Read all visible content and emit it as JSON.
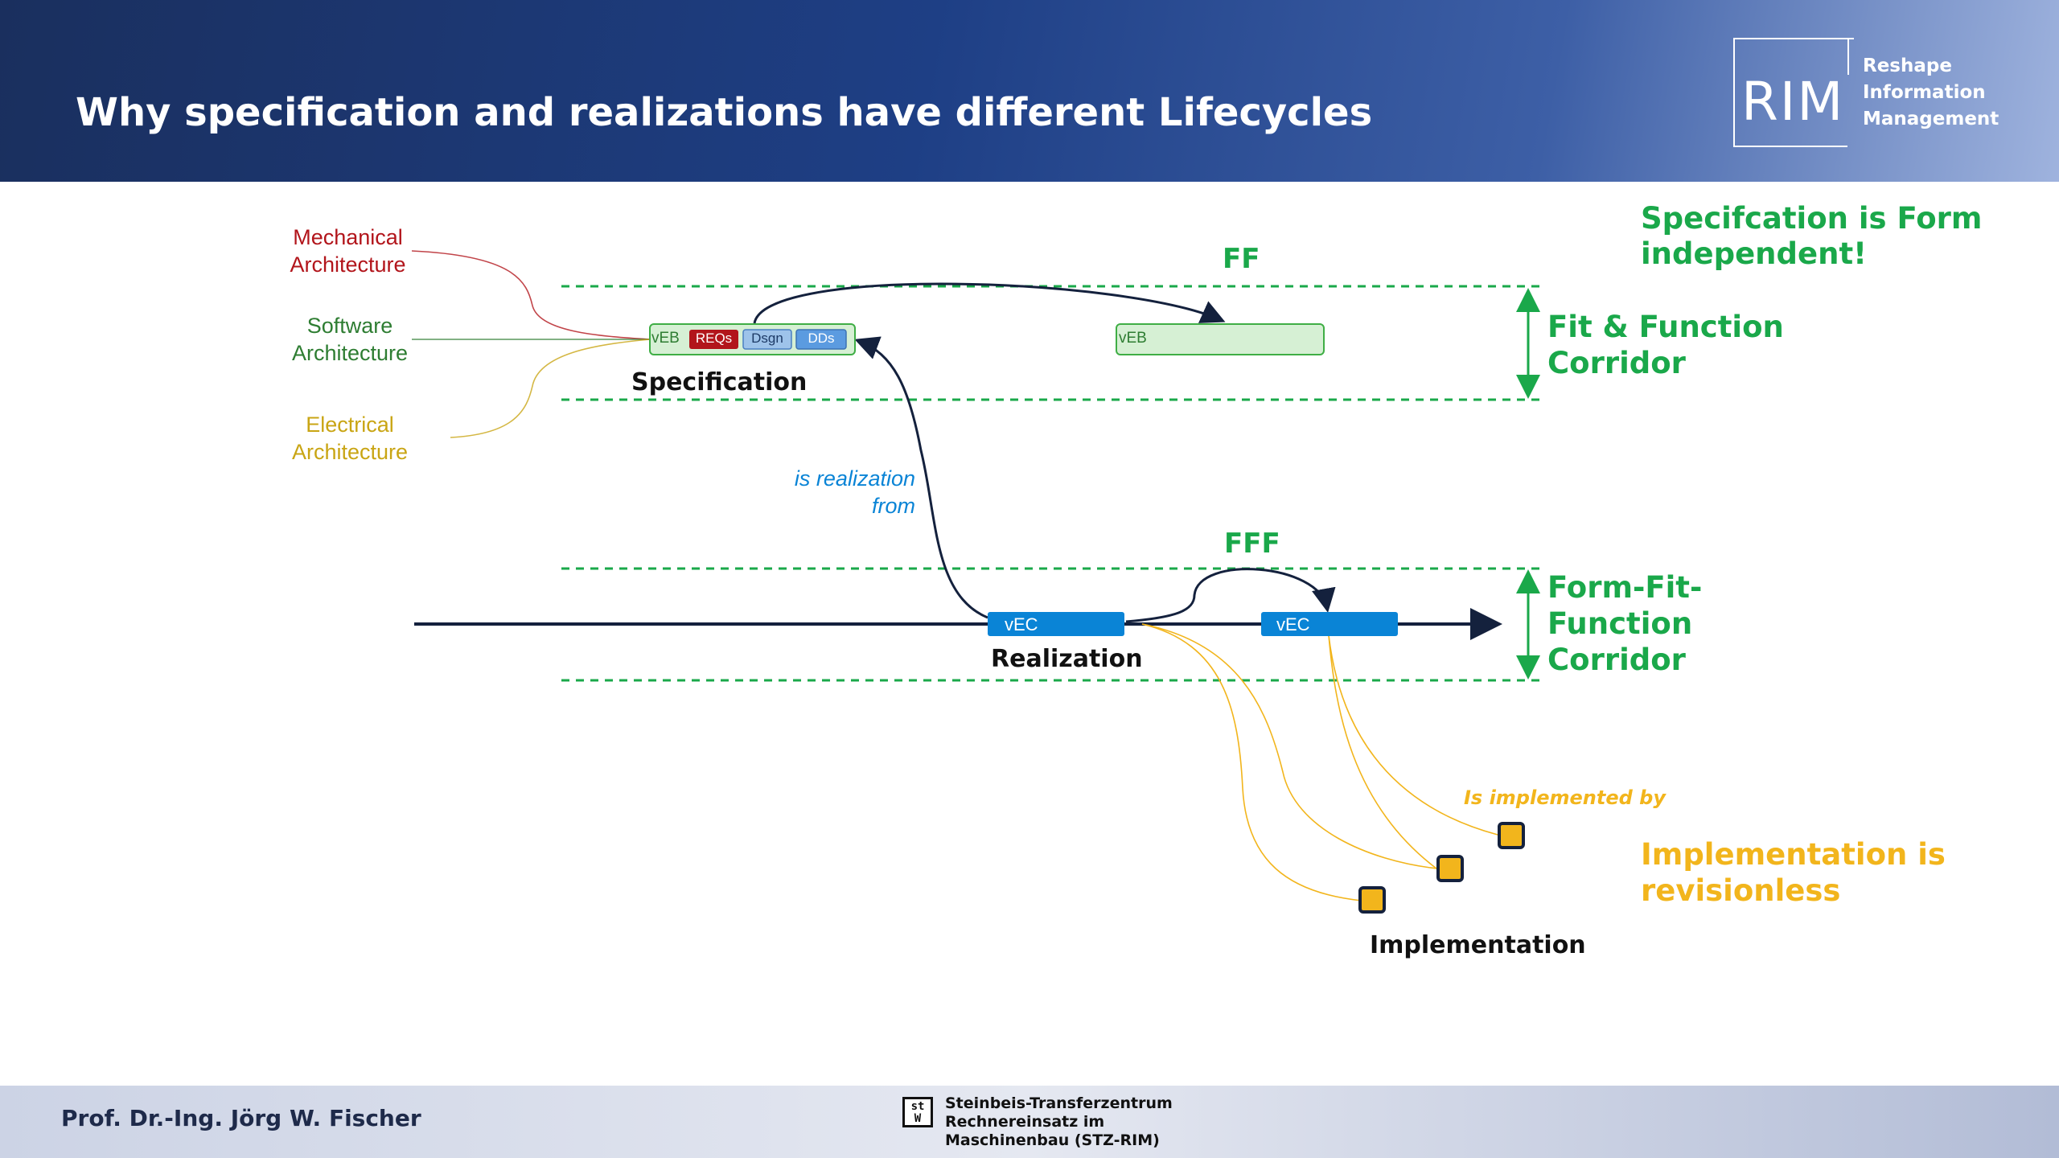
{
  "slide": {
    "title": "Why specification and realizations have different Lifecycles"
  },
  "logo": {
    "mark": "RIM",
    "line1": "Reshape",
    "line2": "Information",
    "line3": "Management"
  },
  "architectures": {
    "mechanical": {
      "line1": "Mechanical",
      "line2": "Architecture",
      "color": "#b2151b"
    },
    "software": {
      "line1": "Software",
      "line2": "Architecture",
      "color": "#2e7d32"
    },
    "electrical": {
      "line1": "Electrical",
      "line2": "Architecture",
      "color": "#c9a514"
    }
  },
  "specification": {
    "box_label": "vEB",
    "tags": [
      "REQs",
      "Dsgn",
      "DDs"
    ],
    "label": "Specification",
    "second_box_label": "vEB",
    "ff_label": "FF"
  },
  "realization": {
    "link_line1": "is realization",
    "link_line2": "from",
    "box1_label": "vEC",
    "box2_label": "vEC",
    "label": "Realization",
    "fff_label": "FFF"
  },
  "corridors": {
    "ff": {
      "line1": "Fit & Function",
      "line2": "Corridor"
    },
    "fff": {
      "line1": "Form-Fit-",
      "line2": "Function",
      "line3": "Corridor"
    }
  },
  "notes": {
    "form_independent_line1": "Specifcation is Form",
    "form_independent_line2": "independent!",
    "implementation_line1": "Implementation is",
    "implementation_line2": "revisionless"
  },
  "implementation": {
    "link_label": "Is implemented by",
    "label": "Implementation"
  },
  "footer": {
    "author": "Prof. Dr.-Ing. Jörg W. Fischer",
    "org_icon": "stw-logo-icon",
    "org_line1": "Steinbeis-Transferzentrum",
    "org_line2": "Rechnereinsatz im",
    "org_line3": "Maschinenbau (STZ-RIM)"
  },
  "colors": {
    "green": "#1aa84a",
    "navy": "#14213d",
    "blue": "#0a84d6",
    "yellow": "#f2b51c",
    "red": "#b2151b"
  }
}
